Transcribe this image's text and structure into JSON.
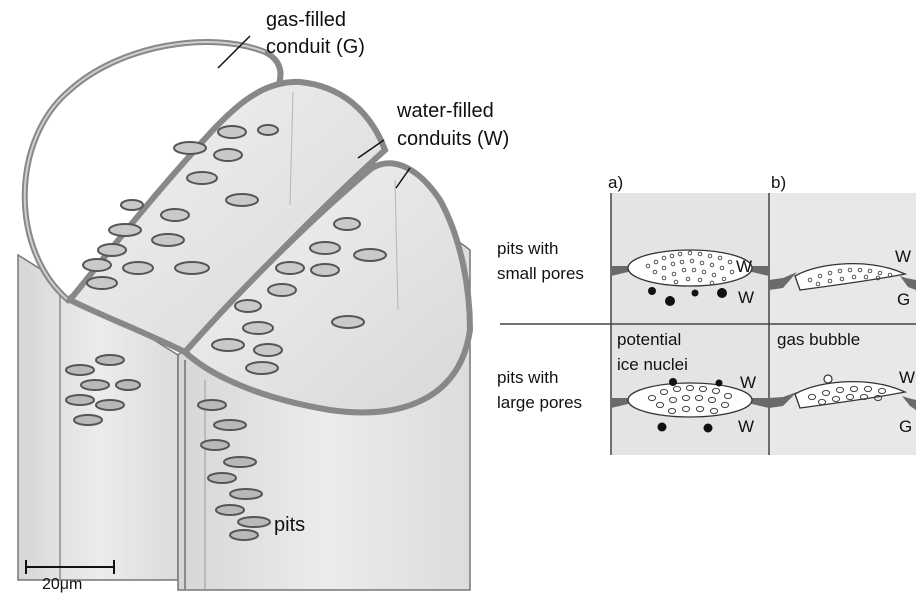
{
  "left_figure": {
    "labels": {
      "gas_conduit_line1": "gas-filled",
      "gas_conduit_line2": "conduit (G)",
      "water_conduit_line1": "water-filled",
      "water_conduit_line2": "conduits (W)",
      "pits": "pits",
      "scale_bar": "20μm"
    }
  },
  "right_figure": {
    "panel_a": "a)",
    "panel_b": "b)",
    "row1_line1": "pits with",
    "row1_line2": "small pores",
    "row2_line1": "pits with",
    "row2_line2": "large pores",
    "potential_line1": "potential",
    "potential_line2": "ice nuclei",
    "gas_bubble": "gas bubble",
    "w_label": "W",
    "g_label": "G"
  }
}
